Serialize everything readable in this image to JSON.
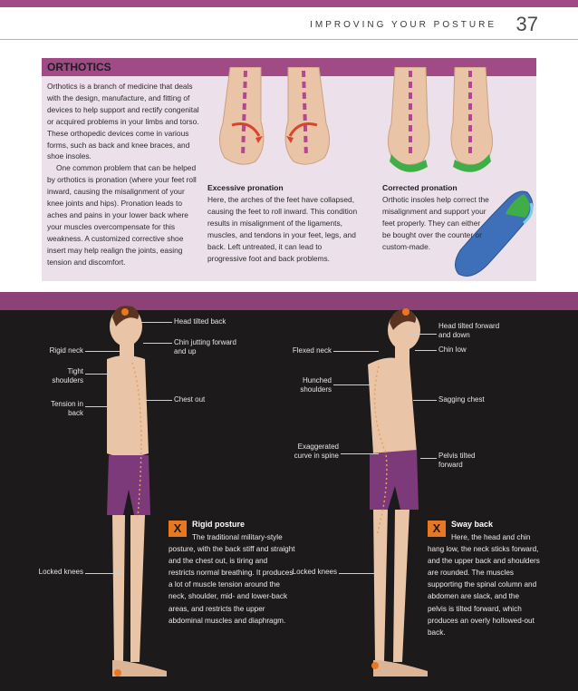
{
  "header": {
    "title": "IMPROVING YOUR POSTURE",
    "page_number": "37"
  },
  "orthotics": {
    "title": "ORTHOTICS",
    "para1": "Orthotics is a branch of medicine that deals with the design, manufacture, and fitting of devices to help support and rectify congenital or acquired problems in your limbs and torso. These orthopedic devices come in various forms, such as back and knee braces, and shoe insoles.",
    "para2": "One common problem that can be helped by orthotics is pronation (where your feet roll inward, causing the misalignment of your knee joints and hips). Pronation leads to aches and pains in your lower back where your muscles overcompensate for this weakness. A customized corrective shoe insert may help realign the joints, easing tension and discomfort."
  },
  "excessive": {
    "title": "Excessive pronation",
    "text": "Here, the arches of the feet have collapsed, causing the feet to roll inward. This condition results in misalignment of the ligaments, muscles, and tendons in your feet, legs, and back. Left untreated, it can lead to progressive foot and back problems."
  },
  "corrected": {
    "title": "Corrected pronation",
    "text": "Orthotic insoles help correct the misalignment and support your feet properly. They can either be bought over the counter or custom-made."
  },
  "rigid": {
    "labels": {
      "head_tilted": "Head tilted back",
      "chin": "Chin jutting forward and up",
      "rigid_neck": "Rigid neck",
      "tight": "Tight shoulders",
      "tension": "Tension in back",
      "chest": "Chest out",
      "knees": "Locked knees"
    },
    "badge": "X",
    "title": "Rigid posture",
    "text": "The traditional military-style posture, with the back stiff and straight and the chest out, is tiring and restricts normal breathing. It produces a lot of muscle tension around the neck, shoulder, mid- and lower-back areas, and restricts the upper abdominal muscles and diaphragm."
  },
  "sway": {
    "labels": {
      "head_tilted": "Head tilted forward and down",
      "chin": "Chin low",
      "flexed_neck": "Flexed neck",
      "hunched": "Hunched shoulders",
      "sagging": "Sagging chest",
      "exaggerated": "Exaggerated curve in spine",
      "pelvis": "Pelvis tilted forward",
      "knees": "Locked knees"
    },
    "badge": "X",
    "title": "Sway back",
    "text": "Here, the head and chin hang low, the neck sticks forward, and the upper back and shoulders are rounded. The muscles supporting the spinal column and abdomen are slack, and the pelvis is tilted forward, which produces an overly hollowed-out back."
  },
  "colors": {
    "accent": "#a04a86",
    "panel": "#ece1ea",
    "dark": "#1c1a1b",
    "badge": "#e8771f",
    "skin": "#e9c4a6",
    "shorts": "#7d3a7a",
    "insole_green": "#3fae49",
    "insole_blue": "#3d70b8"
  }
}
